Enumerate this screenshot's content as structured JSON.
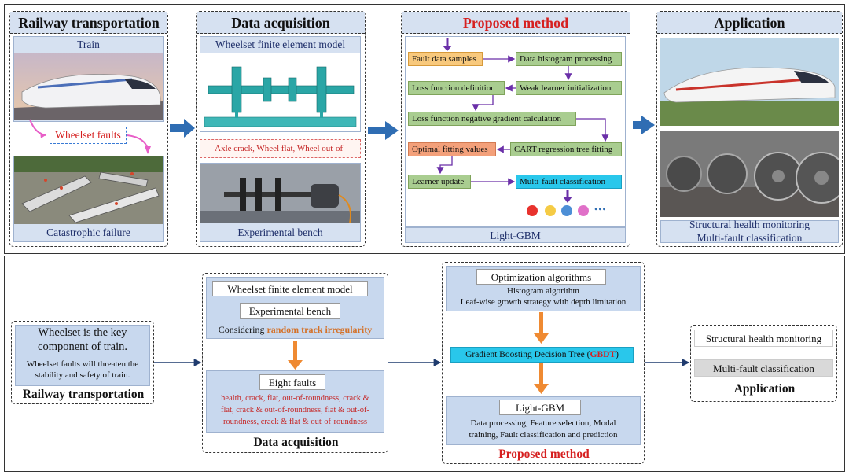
{
  "top": {
    "railway": {
      "title": "Railway transportation",
      "train_label": "Train",
      "faults_label": "Wheelset faults",
      "failure_label": "Catastrophic failure"
    },
    "acquisition": {
      "title": "Data acquisition",
      "fem_label": "Wheelset finite element model",
      "faults_list": "Axle crack, Wheel flat, Wheel out-of-roundness",
      "bench_label": "Experimental bench"
    },
    "method": {
      "title": "Proposed method",
      "steps": {
        "fault_samples": "Fault data samples",
        "histogram": "Data histogram processing",
        "loss_def": "Loss function definition",
        "weak_init": "Weak learner initialization",
        "neg_gradient": "Loss function negative gradient calculation",
        "optimal_fit": "Optimal fitting values",
        "cart": "CART regression tree fitting",
        "learner_update": "Learner update",
        "multi_fault": "Multi-fault classification"
      },
      "dots_more": "•••",
      "footer": "Light-GBM"
    },
    "application": {
      "title": "Application",
      "line1": "Structural health monitoring",
      "line2": "Multi-fault classification"
    }
  },
  "bottom": {
    "railway": {
      "line1": "Wheelset is the key",
      "line2": "component of train.",
      "line3": "Wheelset faults will threaten the",
      "line4": "stability and safety of train.",
      "title": "Railway transportation"
    },
    "acquisition": {
      "fem": "Wheelset finite element model",
      "bench": "Experimental bench",
      "considering": "Considering ",
      "considering_highlight": "random track irregularity",
      "eight_faults": "Eight faults",
      "faults_line1": "health, crack, flat, out-of-roundness, crack &",
      "faults_line2": "flat, crack & out-of-roundness, flat & out-of-",
      "faults_line3": "roundness, crack & flat & out-of-roundness",
      "title": "Data acquisition"
    },
    "method": {
      "opt": "Optimization algorithms",
      "hist": "Histogram algorithm",
      "leaf": "Leaf-wise growth strategy with depth limitation",
      "gbdt": "Gradient Boosting Decision Tree (",
      "gbdt_abbr": "GBDT",
      "gbdt_end": ")",
      "lgbm": "Light-GBM",
      "steps1": "Data processing, Feature selection, Modal",
      "steps2": "training, Fault classification and prediction",
      "title": "Proposed method"
    },
    "application": {
      "shm": "Structural health monitoring",
      "mfc": "Multi-fault classification",
      "title": "Application"
    }
  },
  "colors": {
    "panel_header": "#d6e1f1",
    "flow_green": "#a9cd90",
    "flow_orange": "#f8c97d",
    "flow_cyan": "#29c7eb",
    "arrow_blue": "#2f6db3",
    "arrow_purple": "#6a2fa8",
    "accent_red": "#d62020",
    "accent_orange": "#ef8a32",
    "dot_colors": [
      "#e8322d",
      "#f5cb45",
      "#4d8fd6",
      "#e070c8"
    ]
  }
}
